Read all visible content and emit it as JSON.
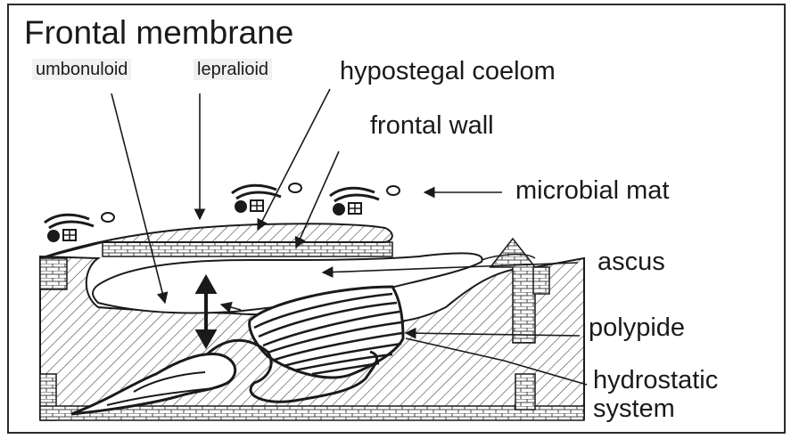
{
  "title": "Frontal membrane",
  "labels": {
    "umbonuloid": "umbonuloid",
    "lepralioid": "lepralioid",
    "hypostegal_coelom": "hypostegal coelom",
    "frontal_wall": "frontal wall",
    "microbial_mat": "microbial mat",
    "ascus": "ascus",
    "polypide": "polypide",
    "hydrostatic_line1": "hydrostatic",
    "hydrostatic_line2": "system"
  },
  "colors": {
    "ink": "#1a1a1a",
    "hatch": "#444444",
    "background": "#ffffff",
    "label_box": "#f1f1f1"
  }
}
